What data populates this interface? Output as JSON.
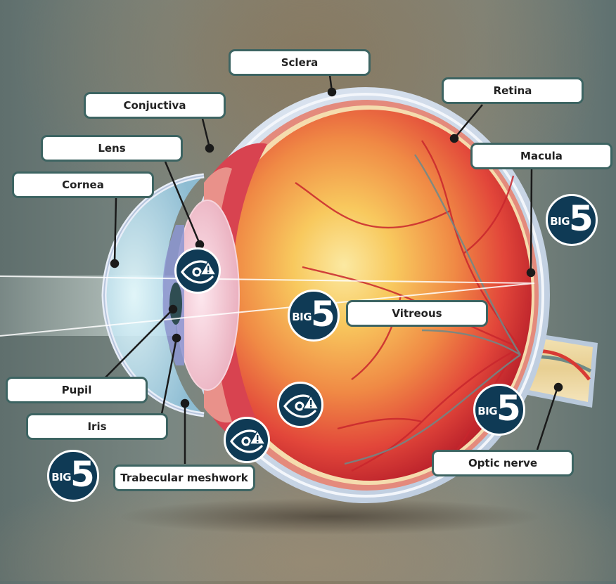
{
  "diagram": {
    "subject": "Anatomy of the human eye (cross-section)",
    "labels": [
      {
        "id": "sclera",
        "text": "Sclera"
      },
      {
        "id": "conjuctiva",
        "text": "Conjuctiva"
      },
      {
        "id": "lens",
        "text": "Lens"
      },
      {
        "id": "cornea",
        "text": "Cornea"
      },
      {
        "id": "retina",
        "text": "Retina"
      },
      {
        "id": "macula",
        "text": "Macula"
      },
      {
        "id": "vitreous",
        "text": "Vitreous"
      },
      {
        "id": "pupil",
        "text": "Pupil"
      },
      {
        "id": "iris",
        "text": "Iris"
      },
      {
        "id": "trabecular-meshwork",
        "text": "Trabecular meshwork"
      },
      {
        "id": "optic-nerve",
        "text": "Optic nerve"
      }
    ],
    "badges": [
      {
        "id": "big5-macula",
        "prefix": "BIG",
        "number": "5"
      },
      {
        "id": "big5-vitreous",
        "prefix": "BIG",
        "number": "5"
      },
      {
        "id": "big5-optic-nerve",
        "prefix": "BIG",
        "number": "5"
      },
      {
        "id": "big5-bottom-left",
        "prefix": "BIG",
        "number": "5"
      }
    ],
    "warning_icons": [
      {
        "id": "eye-warning-lens",
        "icon": "eye-warning-icon"
      },
      {
        "id": "eye-warning-vitreous",
        "icon": "eye-warning-icon"
      },
      {
        "id": "eye-warning-trabecular",
        "icon": "eye-warning-icon"
      }
    ],
    "colors": {
      "label_border": "#3d6462",
      "badge_fill": "#0f3a55",
      "leader_line": "#1a1a1a",
      "sclera": "#c9d6e6",
      "choroid": "#e48a7c",
      "retina_layer": "#f5dcae",
      "vitreous_inner": "#f7d36a",
      "vitreous_outer": "#d7312e"
    }
  }
}
